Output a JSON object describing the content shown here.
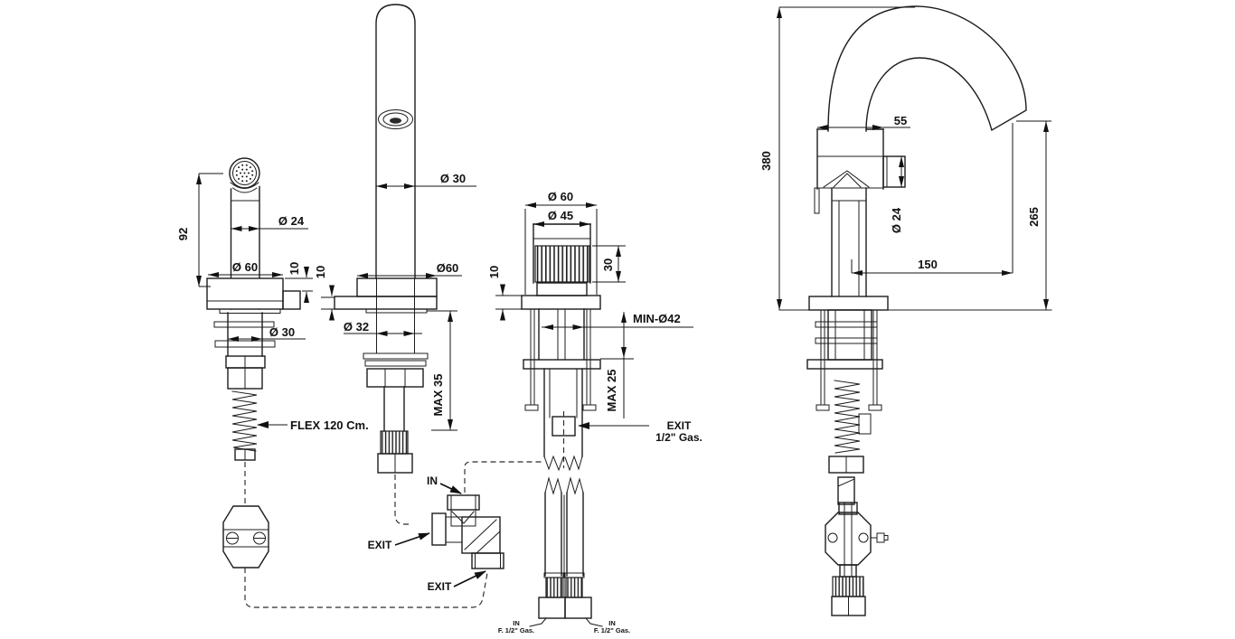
{
  "page": {
    "background": "#ffffff",
    "line_color": "#1c1c1c",
    "text_color": "#111111"
  },
  "views": {
    "hand_shower": {
      "dims": {
        "height": "92",
        "head_diameter": "Ø 24",
        "base_diameter": "Ø 60",
        "base_height": "10",
        "shank_diameter": "Ø 30"
      },
      "flex_label": "FLEX 120 Cm."
    },
    "spout": {
      "dims": {
        "spout_diameter": "Ø 30",
        "base_height": "10",
        "base_diameter": "Ø60",
        "shank_diameter": "Ø 32",
        "max_counter": "MAX 35"
      }
    },
    "control_front": {
      "dims": {
        "outer_diameter": "Ø 60",
        "knurl_diameter": "Ø 45",
        "knurl_height": "30",
        "base_height": "10",
        "min_hole": "MIN-Ø42",
        "max_counter": "MAX 25"
      },
      "exit_label": {
        "line1": "EXIT",
        "line2": "1/2\" Gas."
      },
      "inlet_left": {
        "line1": "IN",
        "line2": "F. 1/2\" Gas."
      },
      "inlet_right": {
        "line1": "IN",
        "line2": "F. 1/2\" Gas."
      }
    },
    "diverter_valve": {
      "in_label": "IN",
      "exit_left_label": "EXIT",
      "exit_bottom_label": "EXIT"
    },
    "faucet_right": {
      "dims": {
        "body_width": "55",
        "total_height": "380",
        "spout_diameter": "Ø 24",
        "spout_height": "265",
        "reach": "150"
      }
    }
  }
}
